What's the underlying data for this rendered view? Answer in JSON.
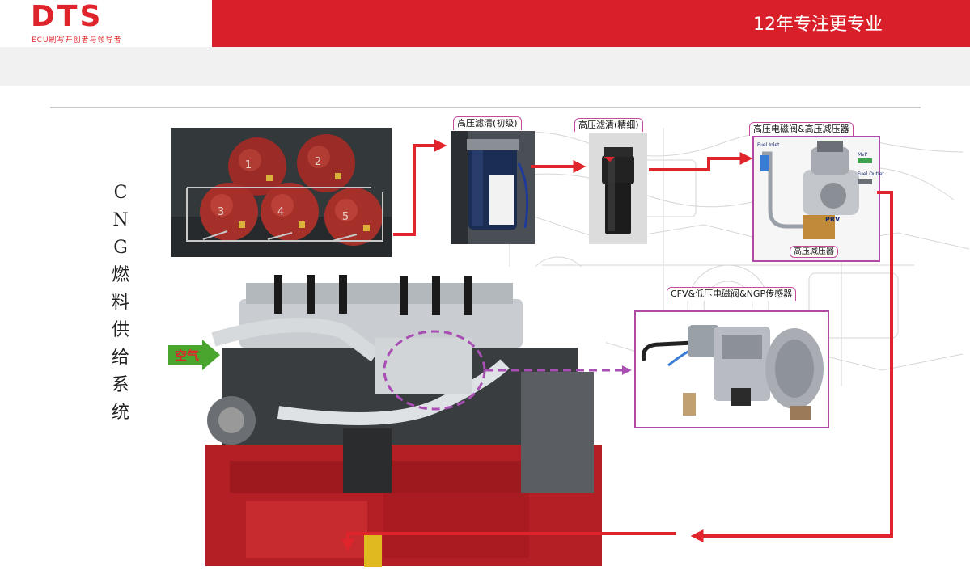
{
  "header": {
    "logo": "DTS",
    "logo_tagline": "ECU刷写开创者与领导者",
    "slogan": "12年专注更专业"
  },
  "vertical_title": [
    "C",
    "N",
    "G",
    "燃",
    "料",
    "供",
    "给",
    "系",
    "统"
  ],
  "components": {
    "tanks": {
      "numbers": [
        "1",
        "2",
        "3",
        "4",
        "5"
      ]
    },
    "coarse_filter": {
      "label": "高压滤清(初级)"
    },
    "fine_filter": {
      "label": "高压滤清(精细)"
    },
    "valve_assembly": {
      "label": "高压电磁阀&高压减压器",
      "tags": {
        "inlet": "Fuel Inlet",
        "mvp": "MvP",
        "outlet": "Fuel Outlet",
        "prv": "PRV"
      },
      "bottom_label": "高压减压器"
    },
    "cfv_assembly": {
      "label": "CFV&低压电磁阀&NGP传感器"
    },
    "air_input": {
      "label": "空气"
    }
  },
  "colors": {
    "brand_red": "#d9202a",
    "flow_red": "#e0242c",
    "box_border": "#b04aa6",
    "dashed_purple": "#a94fb4",
    "air_arrow": "#4aa52e"
  }
}
